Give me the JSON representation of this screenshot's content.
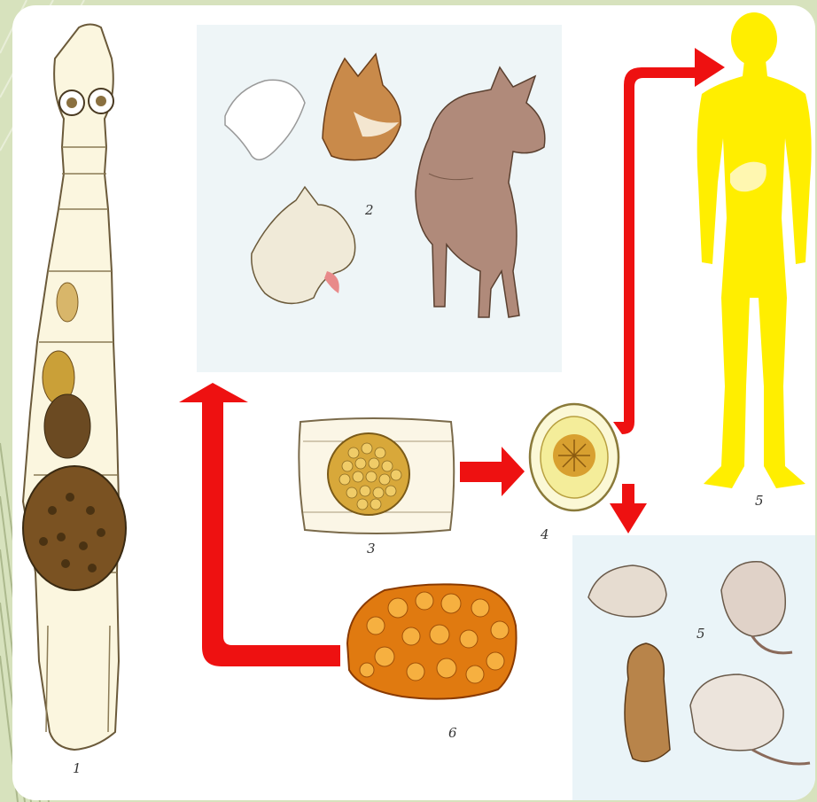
{
  "labels": {
    "tapeworm": "1",
    "definitive_hosts": "2",
    "proglottid": "3",
    "egg": "4",
    "rodents": "5",
    "human": "5",
    "cyst": "6"
  },
  "colors": {
    "arrow": "#ee1111",
    "human": "#ffee00",
    "cyst": "#e07a10",
    "background": "#d7e2bd"
  }
}
